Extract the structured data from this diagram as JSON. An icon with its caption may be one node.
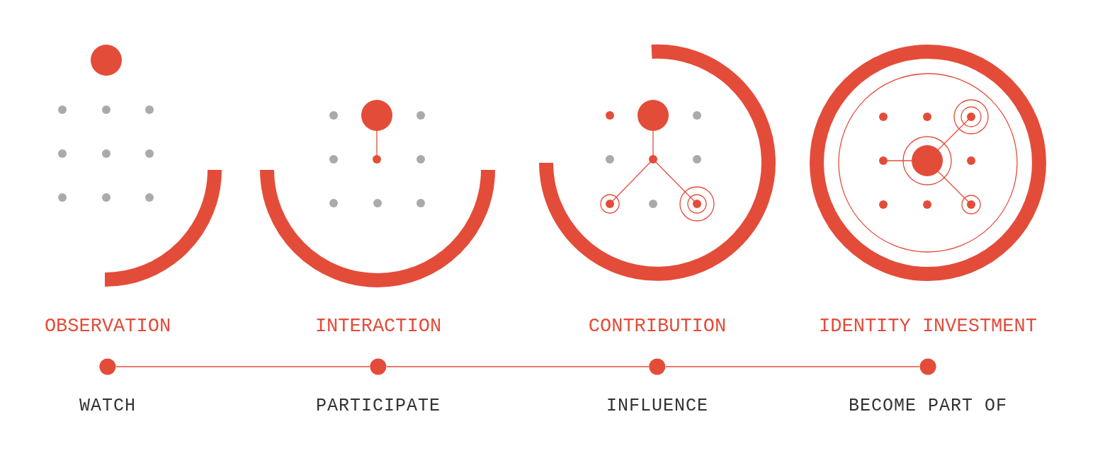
{
  "diagram": {
    "nodes": [
      {
        "text": [
          "OBSERVATION",
          "WATCH"
        ]
      },
      {
        "text": [
          "INTERACTION",
          "PARTICIPATE"
        ]
      },
      {
        "text": [
          "CONTRIBUTION",
          "INFLUENCE"
        ]
      },
      {
        "text": [
          "IDENTITY INVESTMENT",
          "BECOME PART OF"
        ]
      }
    ],
    "edges": [
      {
        "from": 0,
        "to": 1,
        "arrow": "none"
      },
      {
        "from": 1,
        "to": 2,
        "arrow": "none"
      },
      {
        "from": 2,
        "to": 3,
        "arrow": "none"
      }
    ]
  }
}
